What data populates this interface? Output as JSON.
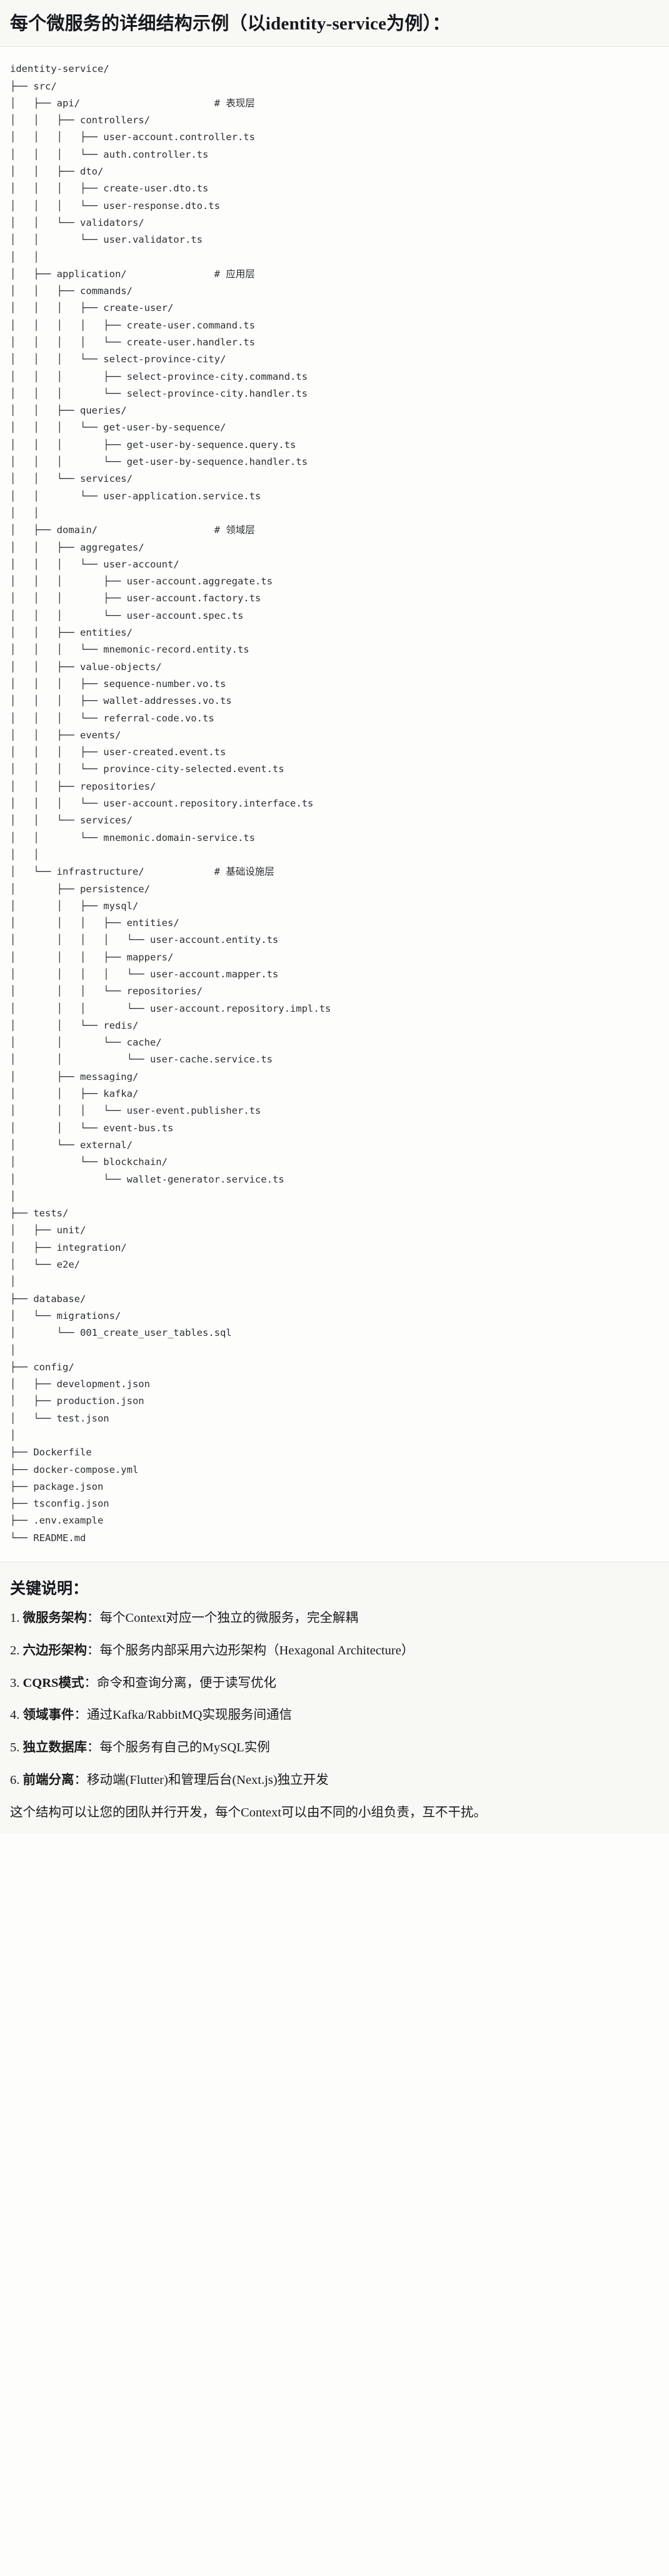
{
  "header": {
    "title": "每个微服务的详细结构示例（以identity-service为例）："
  },
  "tree": {
    "root_label": "identity-service/",
    "comment_marker": "#",
    "layer_comments": [
      "# 表现层",
      "# 应用层",
      "# 领域层",
      "# 基础设施层"
    ],
    "text": "identity-service/\n├── src/\n│   ├── api/                       # 表现层\n│   │   ├── controllers/\n│   │   │   ├── user-account.controller.ts\n│   │   │   └── auth.controller.ts\n│   │   ├── dto/\n│   │   │   ├── create-user.dto.ts\n│   │   │   └── user-response.dto.ts\n│   │   └── validators/\n│   │       └── user.validator.ts\n│   │\n│   ├── application/               # 应用层\n│   │   ├── commands/\n│   │   │   ├── create-user/\n│   │   │   │   ├── create-user.command.ts\n│   │   │   │   └── create-user.handler.ts\n│   │   │   └── select-province-city/\n│   │   │       ├── select-province-city.command.ts\n│   │   │       └── select-province-city.handler.ts\n│   │   ├── queries/\n│   │   │   └── get-user-by-sequence/\n│   │   │       ├── get-user-by-sequence.query.ts\n│   │   │       └── get-user-by-sequence.handler.ts\n│   │   └── services/\n│   │       └── user-application.service.ts\n│   │\n│   ├── domain/                    # 领域层\n│   │   ├── aggregates/\n│   │   │   └── user-account/\n│   │   │       ├── user-account.aggregate.ts\n│   │   │       ├── user-account.factory.ts\n│   │   │       └── user-account.spec.ts\n│   │   ├── entities/\n│   │   │   └── mnemonic-record.entity.ts\n│   │   ├── value-objects/\n│   │   │   ├── sequence-number.vo.ts\n│   │   │   ├── wallet-addresses.vo.ts\n│   │   │   └── referral-code.vo.ts\n│   │   ├── events/\n│   │   │   ├── user-created.event.ts\n│   │   │   └── province-city-selected.event.ts\n│   │   ├── repositories/\n│   │   │   └── user-account.repository.interface.ts\n│   │   └── services/\n│   │       └── mnemonic.domain-service.ts\n│   │\n│   └── infrastructure/            # 基础设施层\n│       ├── persistence/\n│       │   ├── mysql/\n│       │   │   ├── entities/\n│       │   │   │   └── user-account.entity.ts\n│       │   │   ├── mappers/\n│       │   │   │   └── user-account.mapper.ts\n│       │   │   └── repositories/\n│       │   │       └── user-account.repository.impl.ts\n│       │   └── redis/\n│       │       └── cache/\n│       │           └── user-cache.service.ts\n│       ├── messaging/\n│       │   ├── kafka/\n│       │   │   └── user-event.publisher.ts\n│       │   └── event-bus.ts\n│       └── external/\n│           └── blockchain/\n│               └── wallet-generator.service.ts\n│\n├── tests/\n│   ├── unit/\n│   ├── integration/\n│   └── e2e/\n│\n├── database/\n│   └── migrations/\n│       └── 001_create_user_tables.sql\n│\n├── config/\n│   ├── development.json\n│   ├── production.json\n│   └── test.json\n│\n├── Dockerfile\n├── docker-compose.yml\n├── package.json\n├── tsconfig.json\n├── .env.example\n└── README.md"
  },
  "notes": {
    "title": "关键说明：",
    "items": [
      {
        "term": "微服务架构",
        "desc": "：每个Context对应一个独立的微服务，完全解耦"
      },
      {
        "term": "六边形架构",
        "desc": "：每个服务内部采用六边形架构（Hexagonal Architecture）"
      },
      {
        "term": "CQRS模式",
        "desc": "：命令和查询分离，便于读写优化"
      },
      {
        "term": "领域事件",
        "desc": "：通过Kafka/RabbitMQ实现服务间通信"
      },
      {
        "term": "独立数据库",
        "desc": "：每个服务有自己的MySQL实例"
      },
      {
        "term": "前端分离",
        "desc": "：移动端(Flutter)和管理后台(Next.js)独立开发"
      }
    ],
    "footer": "这个结构可以让您的团队并行开发，每个Context可以由不同的小组负责，互不干扰。"
  }
}
